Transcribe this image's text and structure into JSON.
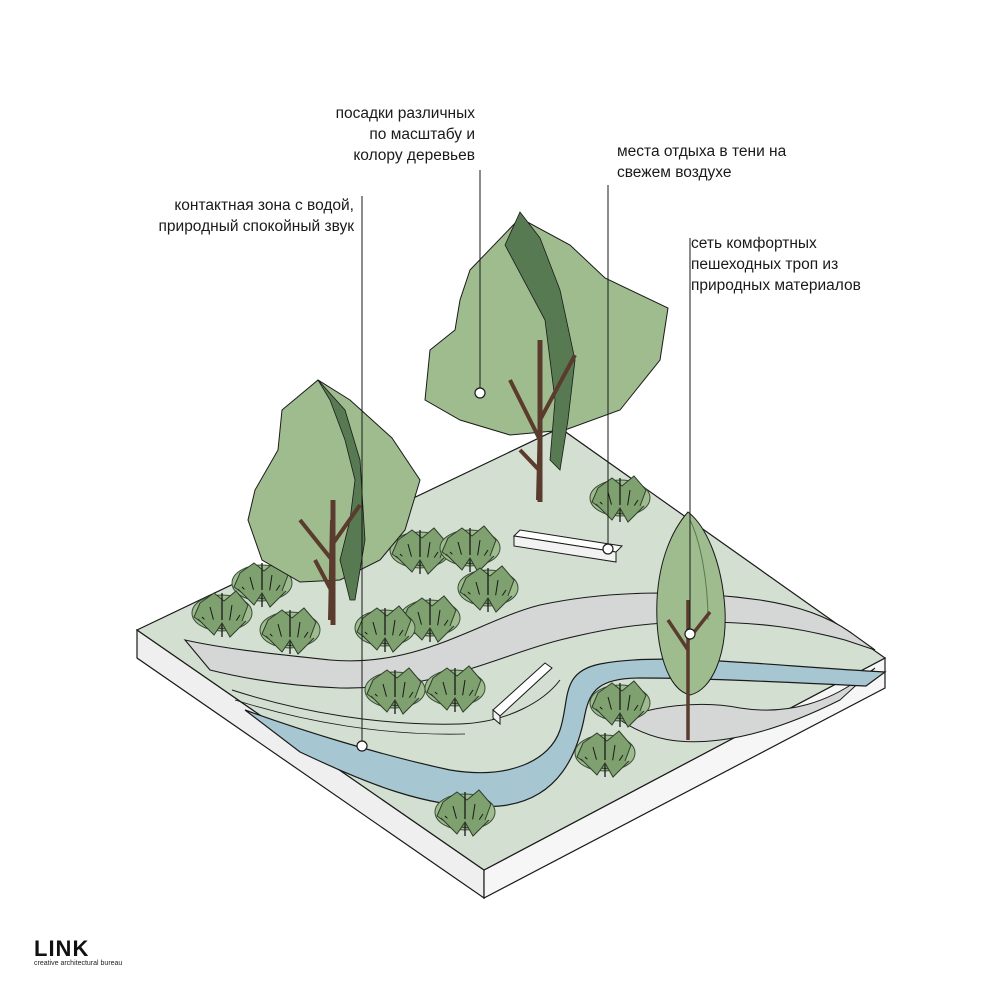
{
  "labels": {
    "trees": "посадки различных\nпо масштабу и\nколору деревьев",
    "rest": "места отдыха в тени на\nсвежем воздухе",
    "water": "контактная зона с водой,\nприродный спокойный звук",
    "paths": "сеть комфортных\nпешеходных троп из\nприродных материалов"
  },
  "logo": {
    "mark": "LINK",
    "tagline": "creative architectural bureau"
  },
  "colors": {
    "ground": "#d3dfd0",
    "path": "#d5d6d6",
    "water": "#a6c7d1",
    "slab_side": "#efefef",
    "tree_light": "#9fbc8f",
    "tree_dark": "#577a53",
    "trunk": "#5a3b2d",
    "line": "#1a1a1a"
  },
  "icons": [
    "isometric-site-diagram",
    "callout-marker"
  ]
}
